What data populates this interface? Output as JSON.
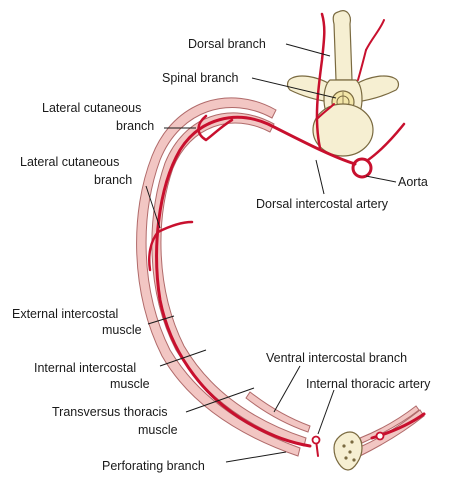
{
  "labels": {
    "dorsal_branch": "Dorsal branch",
    "spinal_branch": "Spinal branch",
    "lateral_cutaneous_1_line1": "Lateral cutaneous",
    "lateral_cutaneous_1_line2": "branch",
    "lateral_cutaneous_2_line1": "Lateral cutaneous",
    "lateral_cutaneous_2_line2": "branch",
    "aorta": "Aorta",
    "dorsal_intercostal_artery": "Dorsal intercostal artery",
    "external_intercostal_line1": "External intercostal",
    "external_intercostal_line2": "muscle",
    "ventral_intercostal_branch": "Ventral intercostal branch",
    "internal_intercostal_line1": "Internal intercostal",
    "internal_intercostal_line2": "muscle",
    "internal_thoracic_artery": "Internal thoracic artery",
    "transversus_line1": "Transversus thoracis",
    "transversus_line2": "muscle",
    "perforating_branch": "Perforating branch"
  },
  "colors": {
    "artery": "#c8102e",
    "muscle": "#f2c6c3",
    "bone": "#f6efd2",
    "text": "#1a1a1a"
  }
}
